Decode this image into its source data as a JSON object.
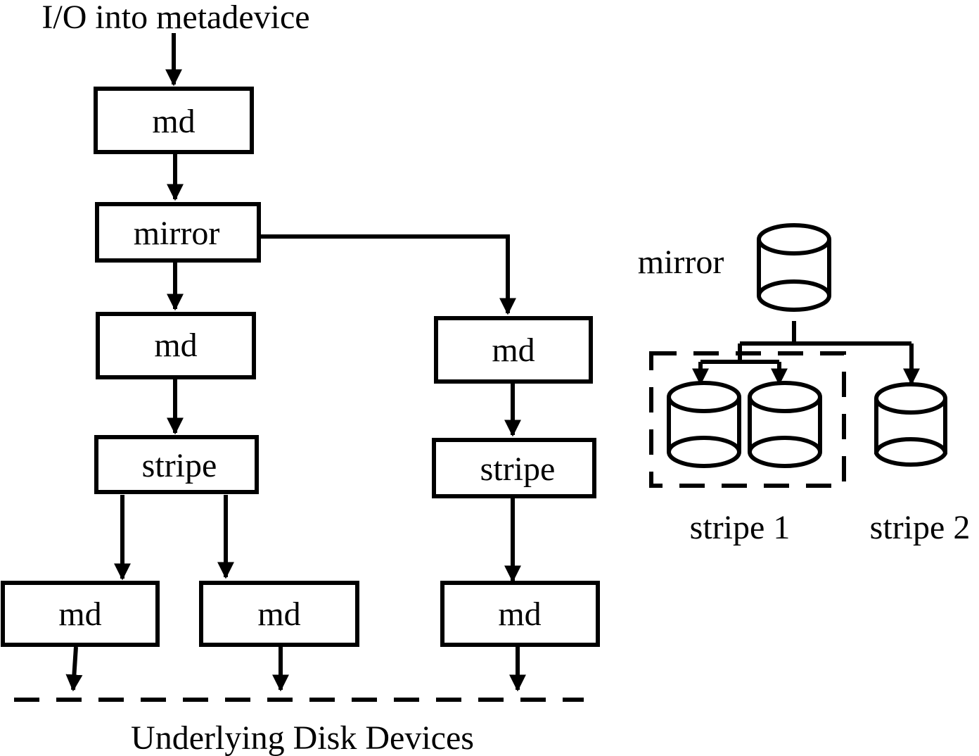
{
  "labels": {
    "io_input": "I/O into metadevice",
    "underlying": "Underlying Disk Devices"
  },
  "nodes": {
    "md_top": "md",
    "mirror": "mirror",
    "md_left": "md",
    "stripe_left": "stripe",
    "md_right": "md",
    "stripe_right": "stripe",
    "md_bottom_1": "md",
    "md_bottom_2": "md",
    "md_bottom_3": "md"
  },
  "legend": {
    "mirror": "mirror",
    "stripe1": "stripe 1",
    "stripe2": "stripe 2"
  }
}
